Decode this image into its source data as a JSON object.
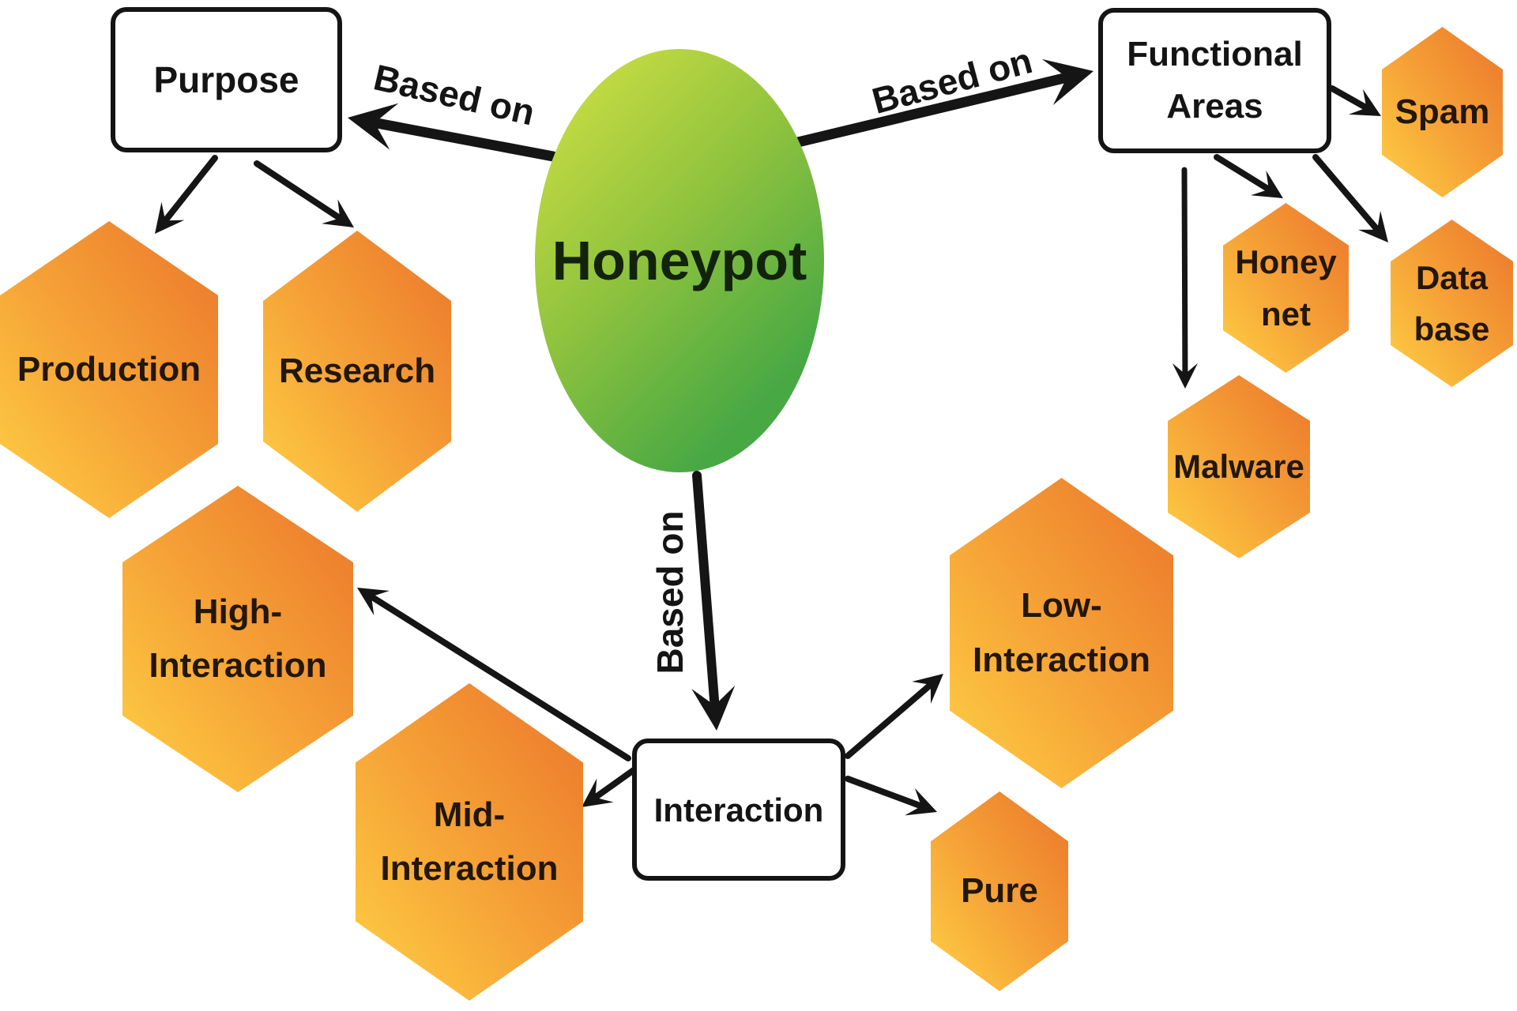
{
  "nodes": {
    "honeypot": "Honeypot",
    "purpose": "Purpose",
    "functional_areas": "Functional\nAreas",
    "interaction": "Interaction",
    "production": "Production",
    "research": "Research",
    "high_interaction": "High-\nInteraction",
    "mid_interaction": "Mid-\nInteraction",
    "low_interaction": "Low-\nInteraction",
    "pure": "Pure",
    "spam": "Spam",
    "honeynet": "Honey\nnet",
    "database": "Data\nbase",
    "malware": "Malware"
  },
  "edge_labels": {
    "purpose_branch": "Based on",
    "functional_branch": "Based on",
    "interaction_branch": "Based on"
  },
  "colors": {
    "line": "#151515",
    "hex_yellow": "#fdc842",
    "hex_orange": "#ec7a2c",
    "ellipse_lime": "#c9dd42",
    "ellipse_green": "#47a844",
    "box_border": "#141414",
    "background": "#ffffff"
  }
}
